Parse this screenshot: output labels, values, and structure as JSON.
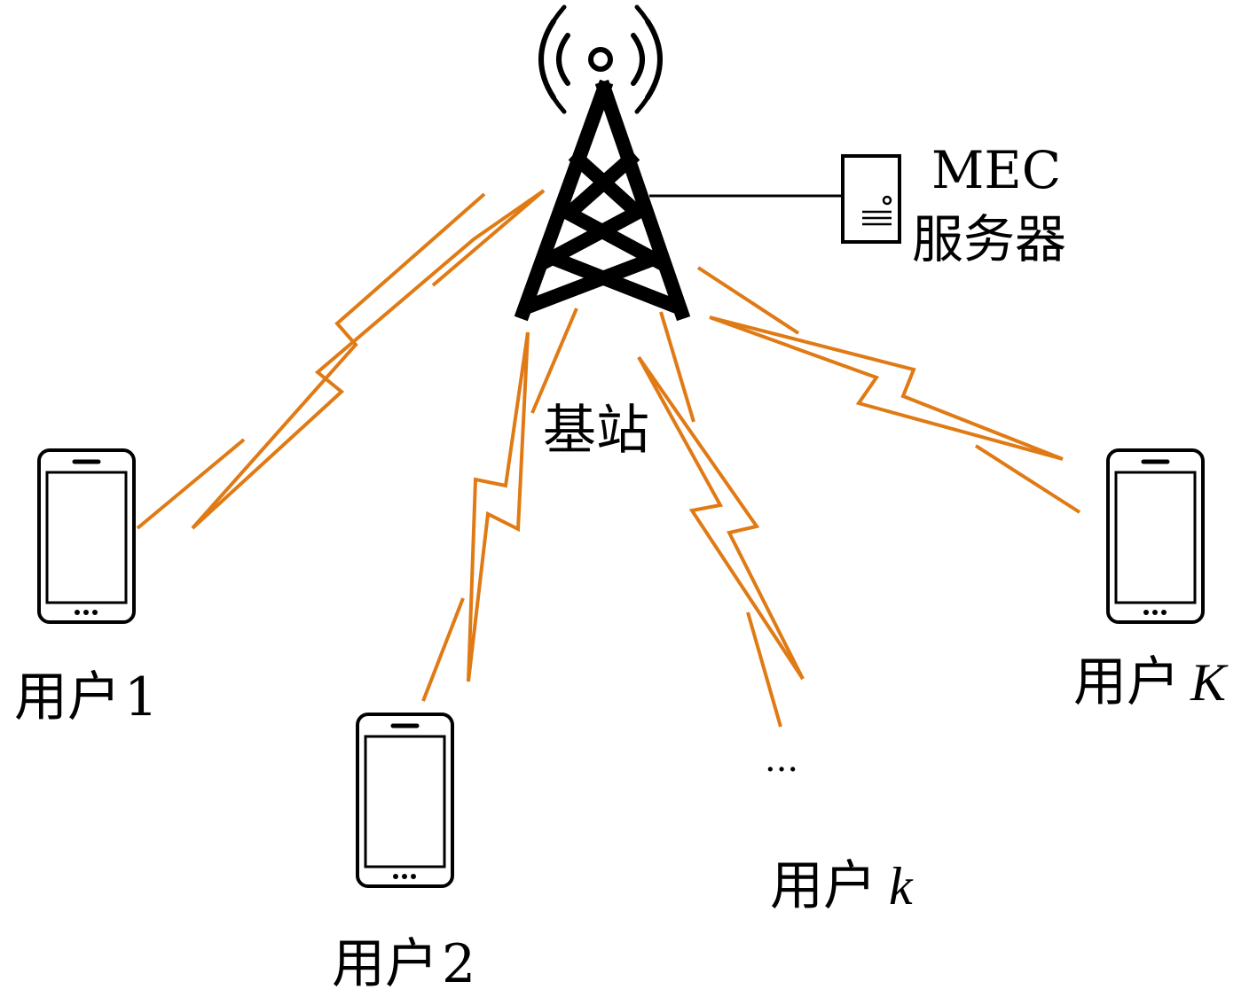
{
  "base_station": {
    "label": "基站"
  },
  "server": {
    "line1": "MEC",
    "line2": "服务器"
  },
  "users": [
    {
      "prefix": "用户",
      "index": "1"
    },
    {
      "prefix": "用户",
      "index": "2"
    },
    {
      "prefix": "用户",
      "index": "k"
    },
    {
      "prefix": "用户",
      "index": "K"
    }
  ],
  "ellipsis": "···",
  "colors": {
    "link": "#E07A14",
    "line": "#000000",
    "background": "#ffffff"
  }
}
